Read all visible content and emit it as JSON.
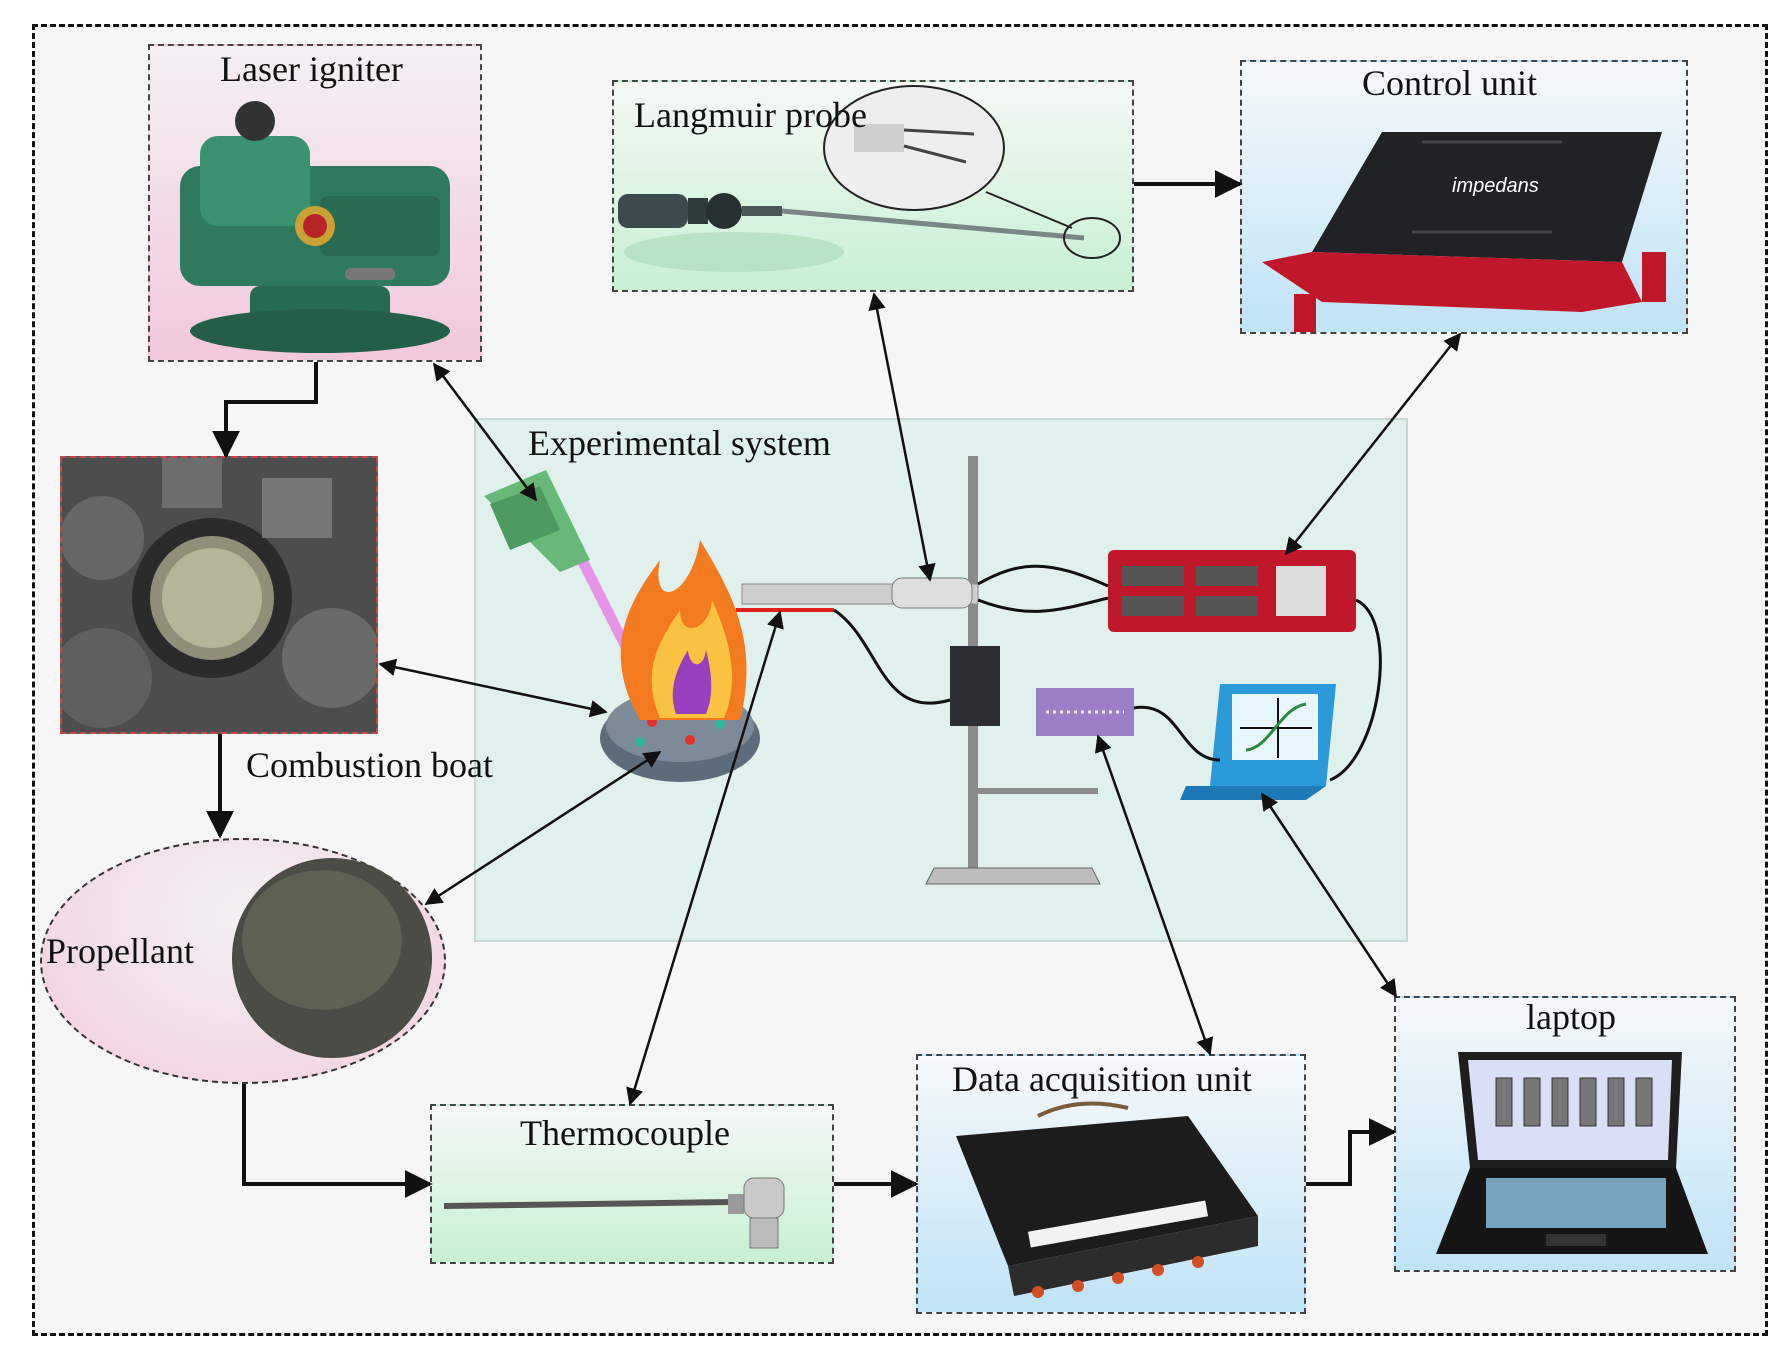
{
  "labels": {
    "laser_igniter": "Laser igniter",
    "langmuir_probe": "Langmuir probe",
    "control_unit": "Control unit",
    "experimental_system": "Experimental system",
    "combustion_boat": "Combustion boat",
    "propellant": "Propellant",
    "thermocouple": "Thermocouple",
    "data_acquisition_unit": "Data acquisition unit",
    "laptop": "laptop",
    "brand_logo": "impedans"
  },
  "colors": {
    "frame_border": "#111111",
    "pink_box": "#f1c8da",
    "green_box": "#c8f0d4",
    "blue_box": "#bfe3f6",
    "experimental_bg": "#dff0ed",
    "control_red": "#c0182a",
    "flame_orange": "#f47a1f",
    "daq_purple": "#9b7fc4",
    "laptop_blue": "#2a9ad8"
  }
}
